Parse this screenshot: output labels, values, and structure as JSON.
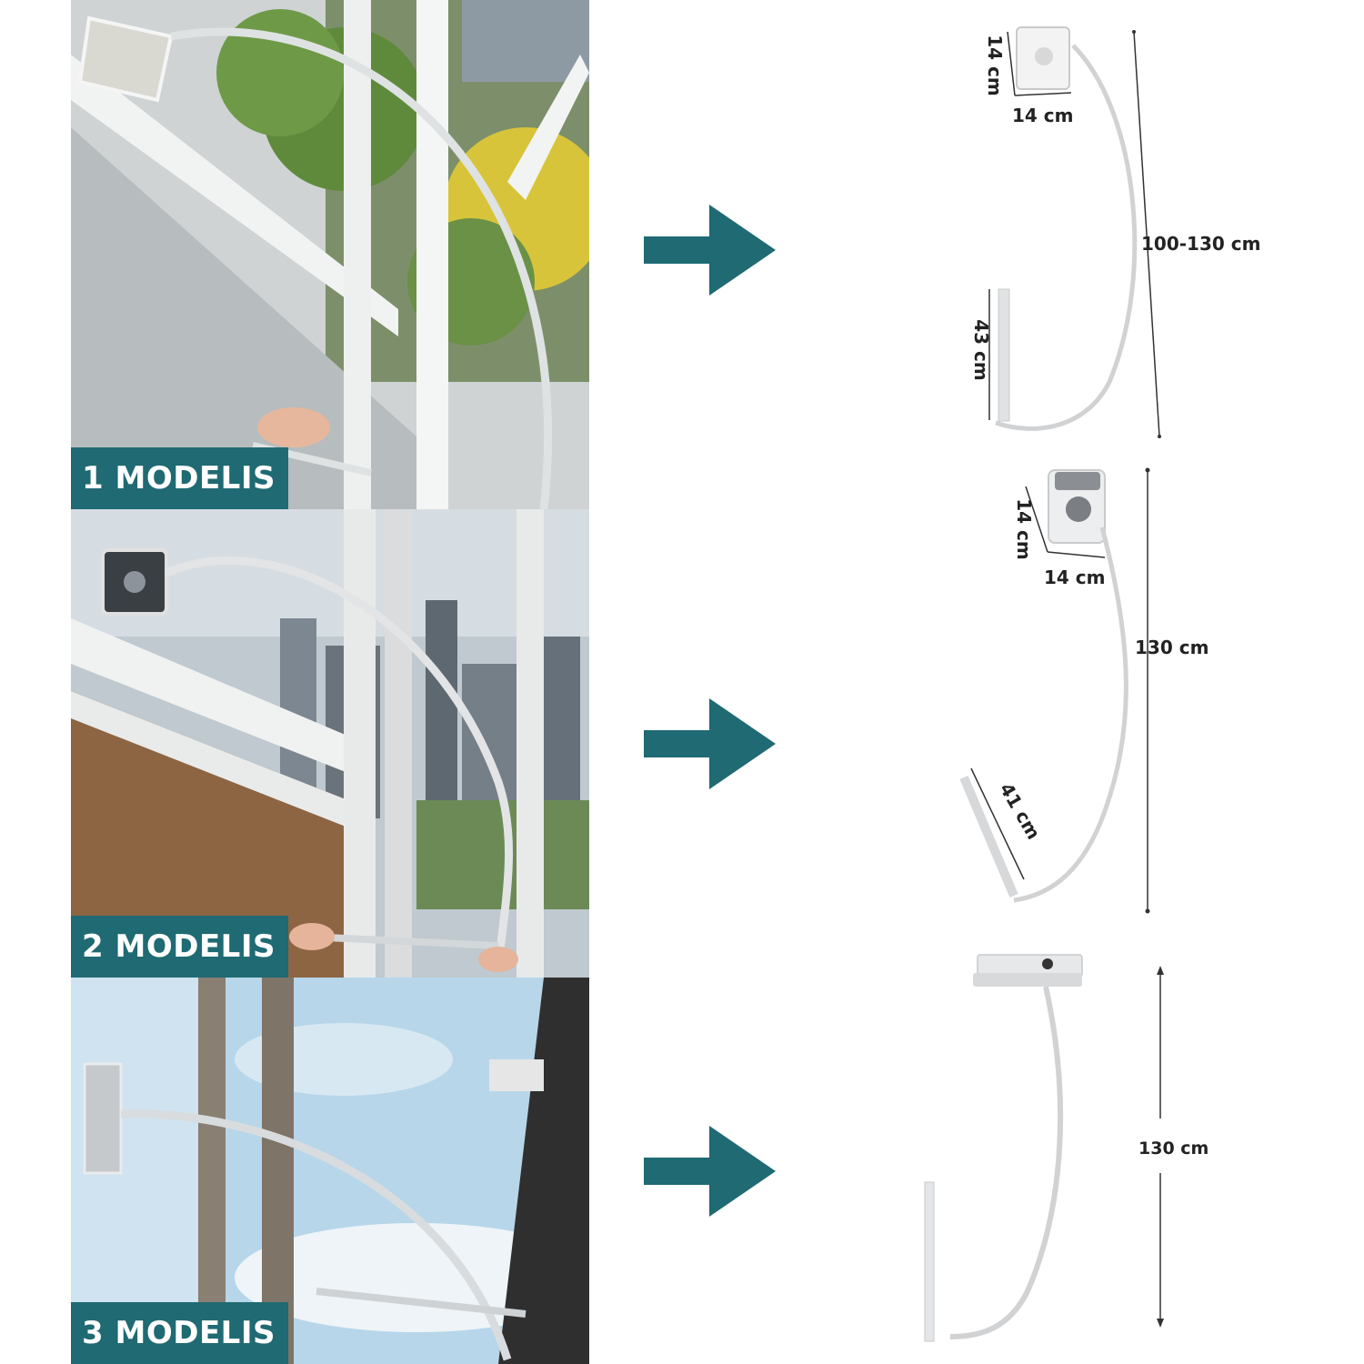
{
  "models": [
    {
      "label": "1 MODELIS",
      "dimensions": {
        "head_height": "14 cm",
        "head_width": "14 cm",
        "length": "100-130 cm",
        "handle": "43 cm"
      }
    },
    {
      "label": "2 MODELIS",
      "dimensions": {
        "head_height": "14 cm",
        "head_width": "14 cm",
        "length": "130 cm",
        "handle": "41 cm"
      }
    },
    {
      "label": "3 MODELIS",
      "dimensions": {
        "length": "130 cm"
      }
    }
  ],
  "colors": {
    "brand": "#1f6a73",
    "arrow": "#1f6a73",
    "text": "#222222"
  },
  "icons": {
    "arrow": "arrow-right-icon"
  }
}
